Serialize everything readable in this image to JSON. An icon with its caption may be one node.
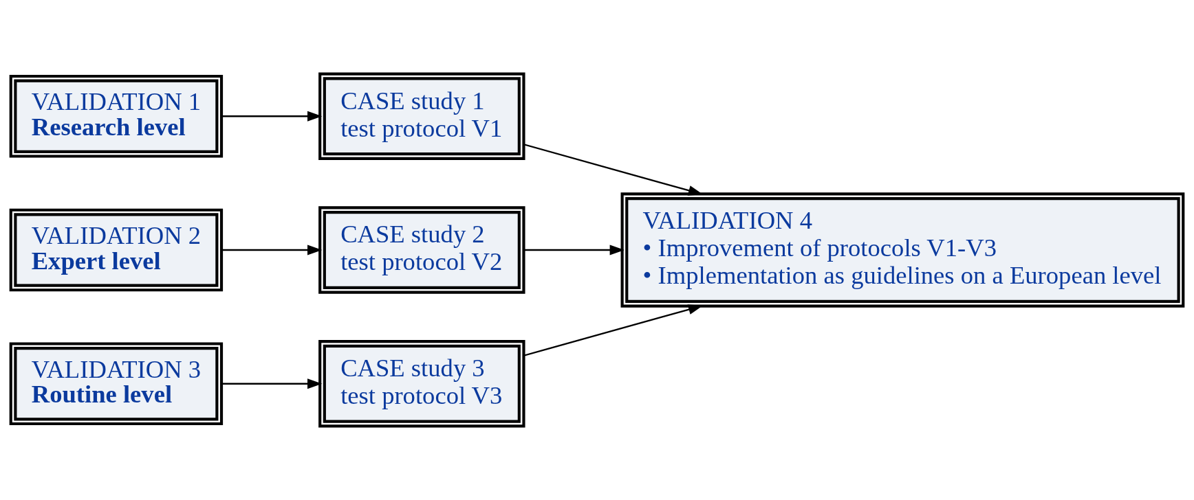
{
  "diagram": {
    "nodes": [
      {
        "text": [
          "VALIDATION 1",
          "Research level"
        ]
      },
      {
        "text": [
          "CASE study 1",
          "test protocol V1"
        ]
      },
      {
        "text": [
          "VALIDATION 2",
          "Expert level"
        ]
      },
      {
        "text": [
          "CASE study 2",
          "test protocol V2"
        ]
      },
      {
        "text": [
          "VALIDATION 3",
          "Routine level"
        ]
      },
      {
        "text": [
          "CASE study 3",
          "test protocol V3"
        ]
      },
      {
        "text": [
          "VALIDATION 4",
          "• Improvement of protocols V1-V3",
          "• Implementation as guidelines on a European level"
        ]
      }
    ],
    "edges": [
      {
        "from": 0,
        "to": 1,
        "arrow": "to"
      },
      {
        "from": 2,
        "to": 3,
        "arrow": "to"
      },
      {
        "from": 4,
        "to": 5,
        "arrow": "to"
      },
      {
        "from": 1,
        "to": 6,
        "arrow": "to"
      },
      {
        "from": 3,
        "to": 6,
        "arrow": "to"
      },
      {
        "from": 5,
        "to": 6,
        "arrow": "to"
      }
    ]
  }
}
